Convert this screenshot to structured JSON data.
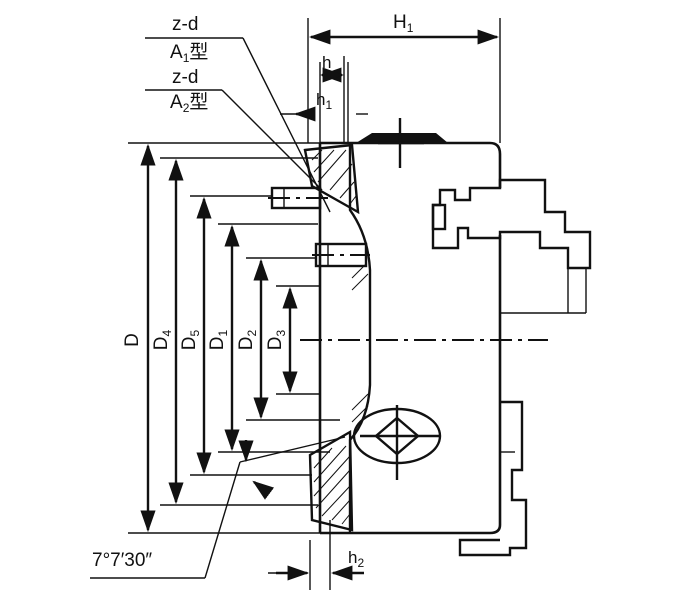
{
  "drawing": {
    "labels": {
      "zd_top": "z-d",
      "a1": "A",
      "a1_sub": "1",
      "a1_suffix": "型",
      "zd_mid": "z-d",
      "a2": "A",
      "a2_sub": "2",
      "a2_suffix": "型",
      "h1_big": "H",
      "h1_big_sub": "1",
      "h": "h",
      "h1_small": "h",
      "h1_small_sub": "1",
      "h2": "h",
      "h2_sub": "2",
      "angle": "7°7′30″"
    },
    "diameters": [
      {
        "main": "D",
        "sub": ""
      },
      {
        "main": "D",
        "sub": "4"
      },
      {
        "main": "D",
        "sub": "5"
      },
      {
        "main": "D",
        "sub": "1"
      },
      {
        "main": "D",
        "sub": "2"
      },
      {
        "main": "D",
        "sub": "3"
      }
    ]
  }
}
